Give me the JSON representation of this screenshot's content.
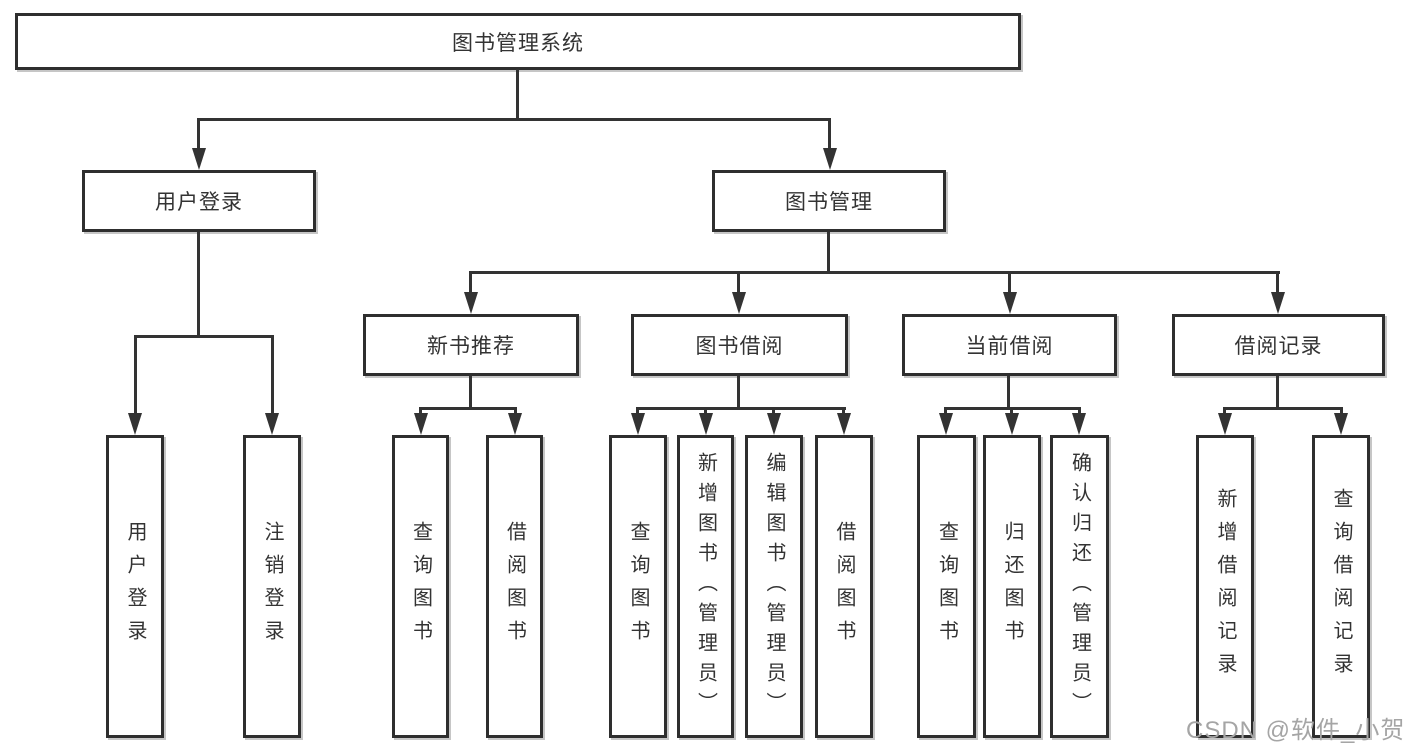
{
  "diagram_type": "hierarchy-tree",
  "tree": {
    "root": {
      "label": "图书管理系统",
      "children": [
        {
          "label": "用户登录",
          "children": [
            {
              "label": "用户登录"
            },
            {
              "label": "注销登录"
            }
          ]
        },
        {
          "label": "图书管理",
          "children": [
            {
              "label": "新书推荐",
              "children": [
                {
                  "label": "查询图书"
                },
                {
                  "label": "借阅图书"
                }
              ]
            },
            {
              "label": "图书借阅",
              "children": [
                {
                  "label": "查询图书"
                },
                {
                  "label": "新增图书（管理员）"
                },
                {
                  "label": "编辑图书（管理员）"
                },
                {
                  "label": "借阅图书"
                }
              ]
            },
            {
              "label": "当前借阅",
              "children": [
                {
                  "label": "查询图书"
                },
                {
                  "label": "归还图书"
                },
                {
                  "label": "确认归还（管理员）"
                }
              ]
            },
            {
              "label": "借阅记录",
              "children": [
                {
                  "label": "新增借阅记录"
                },
                {
                  "label": "查询借阅记录"
                }
              ]
            }
          ]
        }
      ]
    }
  },
  "watermark": "CSDN @软件_小贺同学",
  "colors": {
    "line": "#333333",
    "box_border": "#2e2e2e",
    "text": "#333333",
    "watermark": "#a5a5a5",
    "background": "#ffffff"
  }
}
